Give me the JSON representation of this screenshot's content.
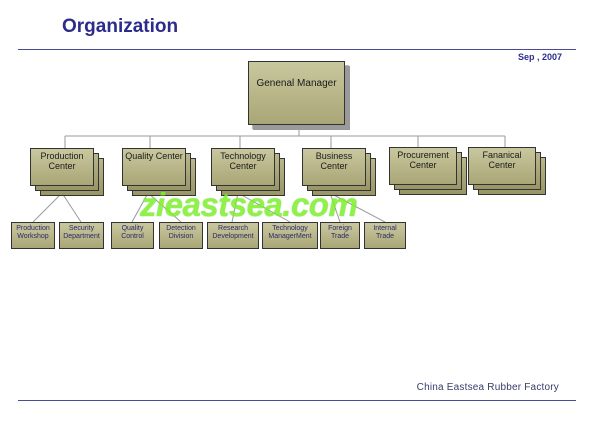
{
  "header": {
    "title": "Organization",
    "date": "Sep , 2007"
  },
  "org": {
    "general_manager": "Genenal Manager",
    "centers": [
      {
        "label": "Production Center"
      },
      {
        "label": "Quality Center"
      },
      {
        "label": "Technology Center"
      },
      {
        "label": "Business Center"
      },
      {
        "label": "Procurement Center"
      },
      {
        "label": "Fananical Center"
      }
    ],
    "units": [
      {
        "label": "Production Workshop"
      },
      {
        "label": "Security Department"
      },
      {
        "label": "Quality Control"
      },
      {
        "label": "Detection Division"
      },
      {
        "label": "Research Development"
      },
      {
        "label": "Technology ManagerMent"
      },
      {
        "label": "Foreign Trade"
      },
      {
        "label": "Internal Trade"
      }
    ]
  },
  "watermark": "zieastsea.com",
  "footer": {
    "company": "China Eastsea Rubber Factory"
  }
}
